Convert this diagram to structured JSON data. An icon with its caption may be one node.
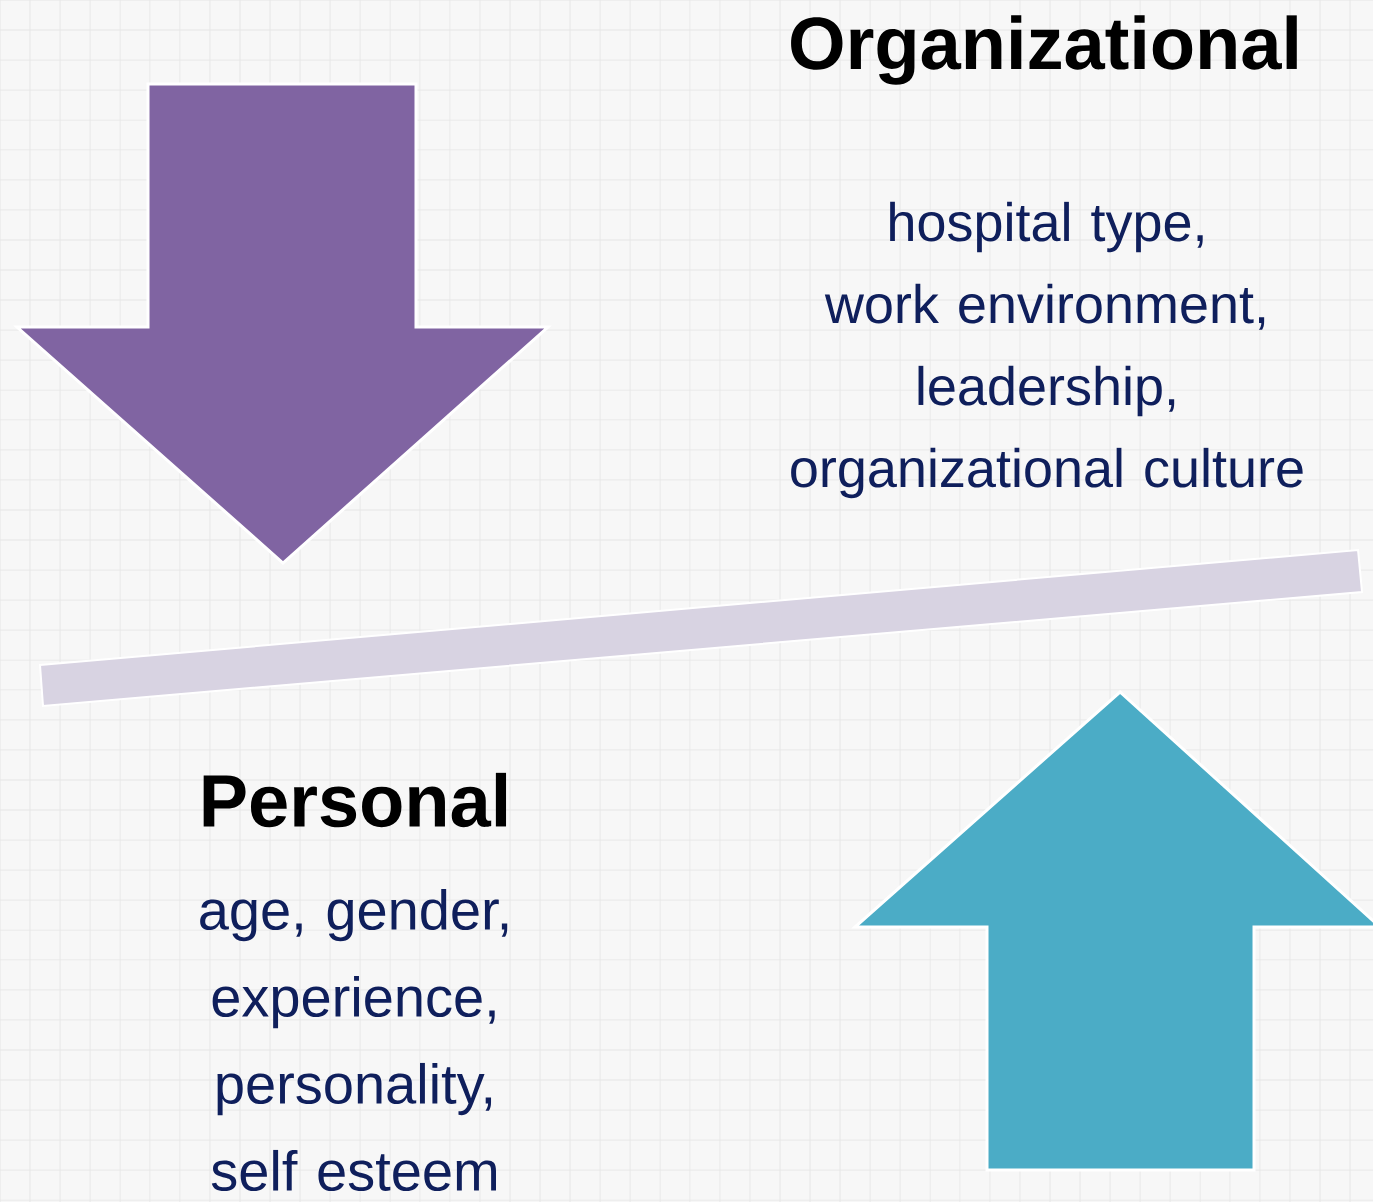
{
  "diagram": {
    "labels": [
      "Organizational",
      "hospital type, work environment, leadership, organizational culture",
      "Personal",
      "age, gender, experience, personality, self esteem"
    ]
  }
}
